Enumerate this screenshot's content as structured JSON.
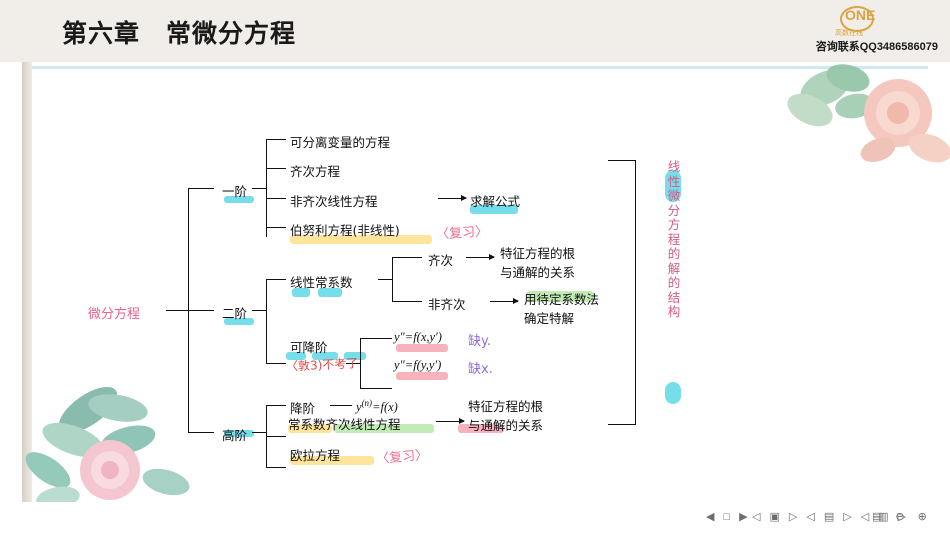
{
  "header": {
    "title": "第六章　常微分方程",
    "logo_text": "ONE",
    "logo_sub": "高数在线",
    "qq": "咨询联系QQ3486586079"
  },
  "diagram": {
    "root": "微分方程",
    "branches": [
      {
        "label": "一阶",
        "children": [
          "可分离变量的方程",
          "齐次方程",
          "非齐次线性方程",
          "伯努利方程(非线性)"
        ]
      },
      {
        "label": "二阶",
        "children": [
          "线性常系数",
          "可降阶"
        ]
      },
      {
        "label": "高阶",
        "children": [
          "降阶",
          "常系数齐次线性方程",
          "欧拉方程"
        ]
      }
    ],
    "leaf_formula_solve": "求解公式",
    "second_order": {
      "homogeneous": "齐次",
      "nonhomogeneous": "非齐次",
      "homogeneous_result_line1": "特征方程的根",
      "homogeneous_result_line2": "与通解的关系",
      "nonhomogeneous_result_line1": "用待定系数法",
      "nonhomogeneous_result_line2": "确定特解"
    },
    "reducible": [
      {
        "formula_left": "y″",
        "formula_eq": "=f(x,y′)",
        "note": "缺y."
      },
      {
        "formula_left": "y″",
        "formula_eq": "=f(y,y′)",
        "note": "缺x."
      }
    ],
    "high_order": {
      "reduce_formula_left": "y",
      "reduce_formula_sup": "(n)",
      "reduce_formula_eq": "=f(x)",
      "result_line1": "特征方程的根",
      "result_line2": "与通解的关系"
    },
    "right_label": "线性微分方程的解的结构",
    "handwriting": [
      {
        "text": "〈复习〉",
        "color": "pink"
      },
      {
        "text": "缺y.",
        "color": "purple"
      },
      {
        "text": "缺x.",
        "color": "purple"
      },
      {
        "text": "〈复习〉",
        "color": "pink"
      },
      {
        "text": "〈敦3)不考了",
        "color": "red"
      }
    ]
  },
  "toolbar": {
    "left_controls": [
      "◀",
      "□",
      "▶"
    ],
    "page_controls": [
      "◁",
      "▣",
      "▷",
      "◁",
      "▤",
      "▷",
      "◁",
      "▥",
      "▷"
    ],
    "right_controls": [
      "▤",
      "⊖",
      "⊕"
    ]
  }
}
